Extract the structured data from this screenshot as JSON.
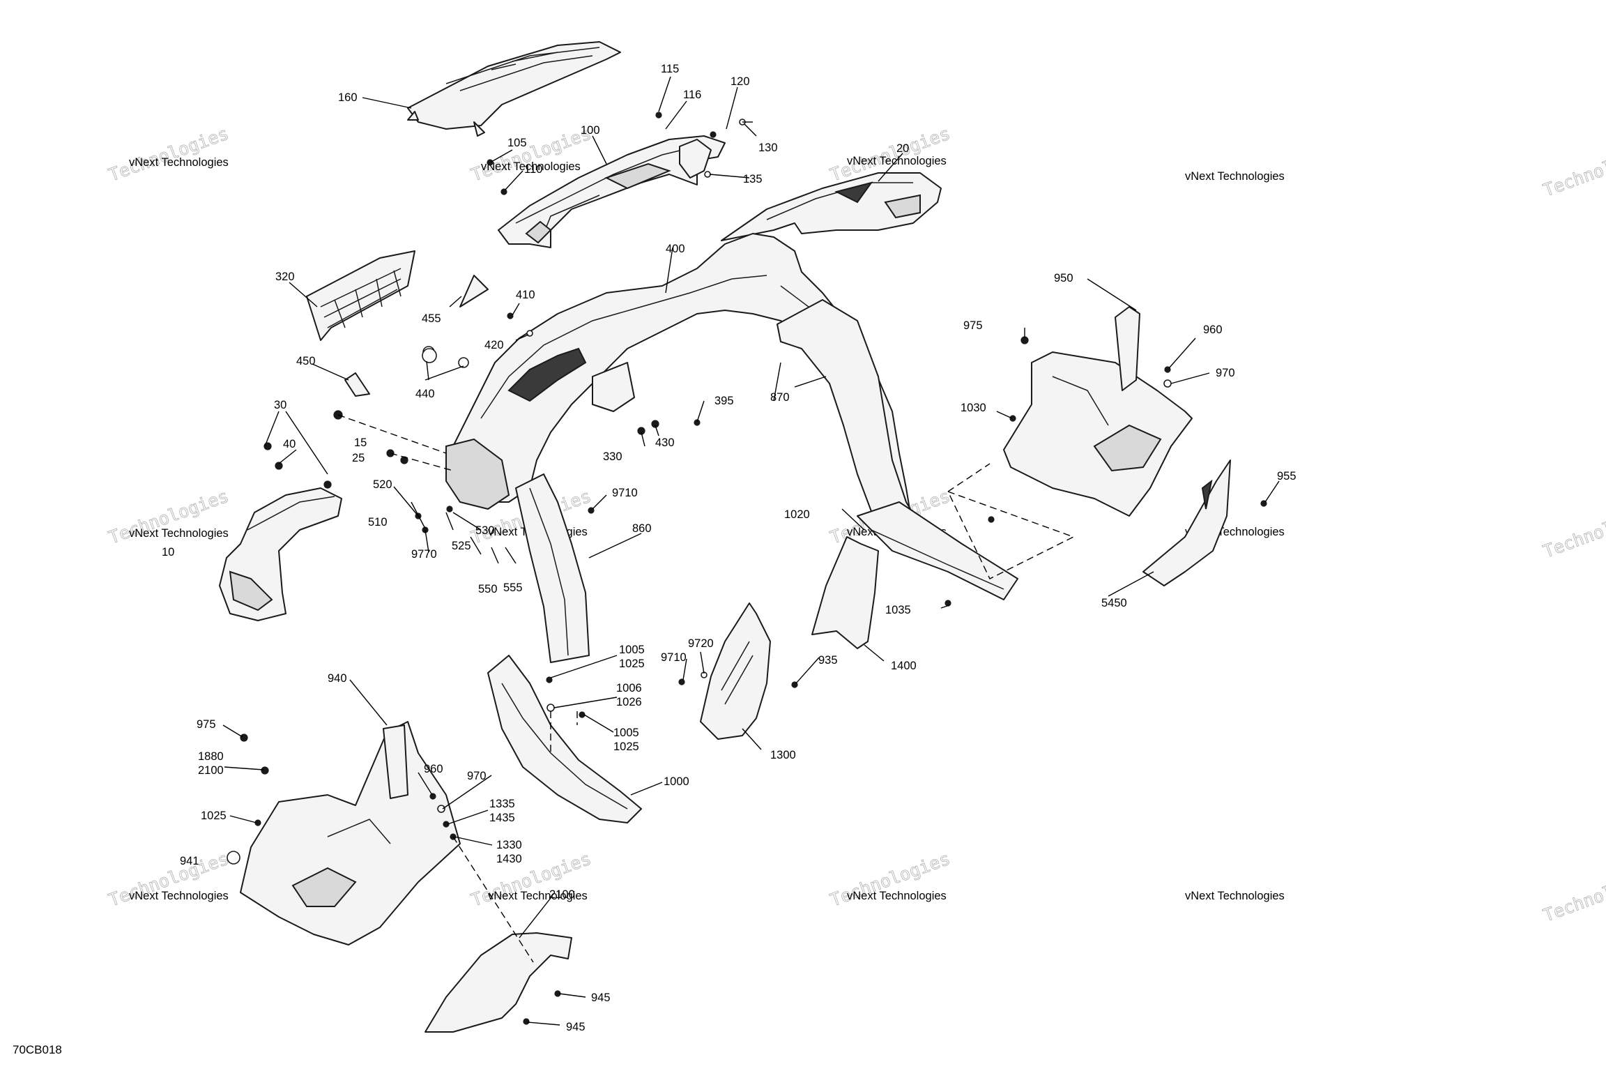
{
  "drawing_code": "70CB018",
  "watermark": {
    "line1": "vNext Technologies",
    "line2": "Technologies"
  },
  "callouts": {
    "c10": "10",
    "c15": "15",
    "c20": "20",
    "c25": "25",
    "c30": "30",
    "c40": "40",
    "c100": "100",
    "c105": "105",
    "c110": "110",
    "c115": "115",
    "c116": "116",
    "c120": "120",
    "c130": "130",
    "c135": "135",
    "c160": "160",
    "c320": "320",
    "c330": "330",
    "c395": "395",
    "c400": "400",
    "c410": "410",
    "c420": "420",
    "c430": "430",
    "c440": "440",
    "c450": "450",
    "c455": "455",
    "c510": "510",
    "c520": "520",
    "c525": "525",
    "c530": "530",
    "c550": "550",
    "c555": "555",
    "c860": "860",
    "c870": "870",
    "c935": "935",
    "c940": "940",
    "c941": "941",
    "c945a": "945",
    "c945b": "945",
    "c950": "950",
    "c955": "955",
    "c960a": "960",
    "c960b": "960",
    "c970a": "970",
    "c970b": "970",
    "c975a": "975",
    "c975b": "975",
    "c1000": "1000",
    "c1005a": "1005",
    "c1025a": "1025",
    "c1006": "1006",
    "c1026": "1026",
    "c1005b": "1005",
    "c1025b": "1025",
    "c1020": "1020",
    "c1025c": "1025",
    "c1030": "1030",
    "c1035": "1035",
    "c1300": "1300",
    "c1330": "1330",
    "c1430": "1430",
    "c1335": "1335",
    "c1435": "1435",
    "c1400": "1400",
    "c1880": "1880",
    "c2100": "2100",
    "c5450": "5450",
    "c9710a": "9710",
    "c9710b": "9710",
    "c9720": "9720",
    "c9770": "9770",
    "c2100b": "2100"
  }
}
